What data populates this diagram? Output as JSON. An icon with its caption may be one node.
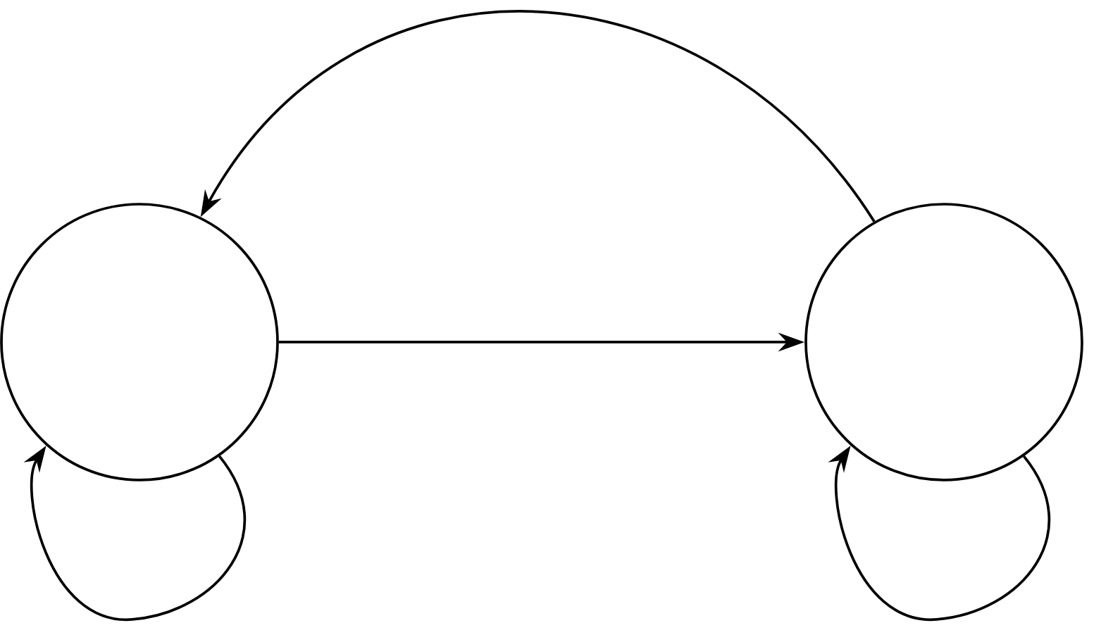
{
  "diagram": {
    "nodes": [
      {
        "text": [],
        "shape": "circle"
      },
      {
        "text": [],
        "shape": "circle"
      }
    ],
    "edges": [
      {
        "from": 1,
        "to": 0,
        "arrow": "to"
      },
      {
        "from": 0,
        "to": 1,
        "arrow": "to"
      },
      {
        "from": 0,
        "to": 0,
        "arrow": "to"
      },
      {
        "from": 1,
        "to": 1,
        "arrow": "to"
      }
    ]
  }
}
